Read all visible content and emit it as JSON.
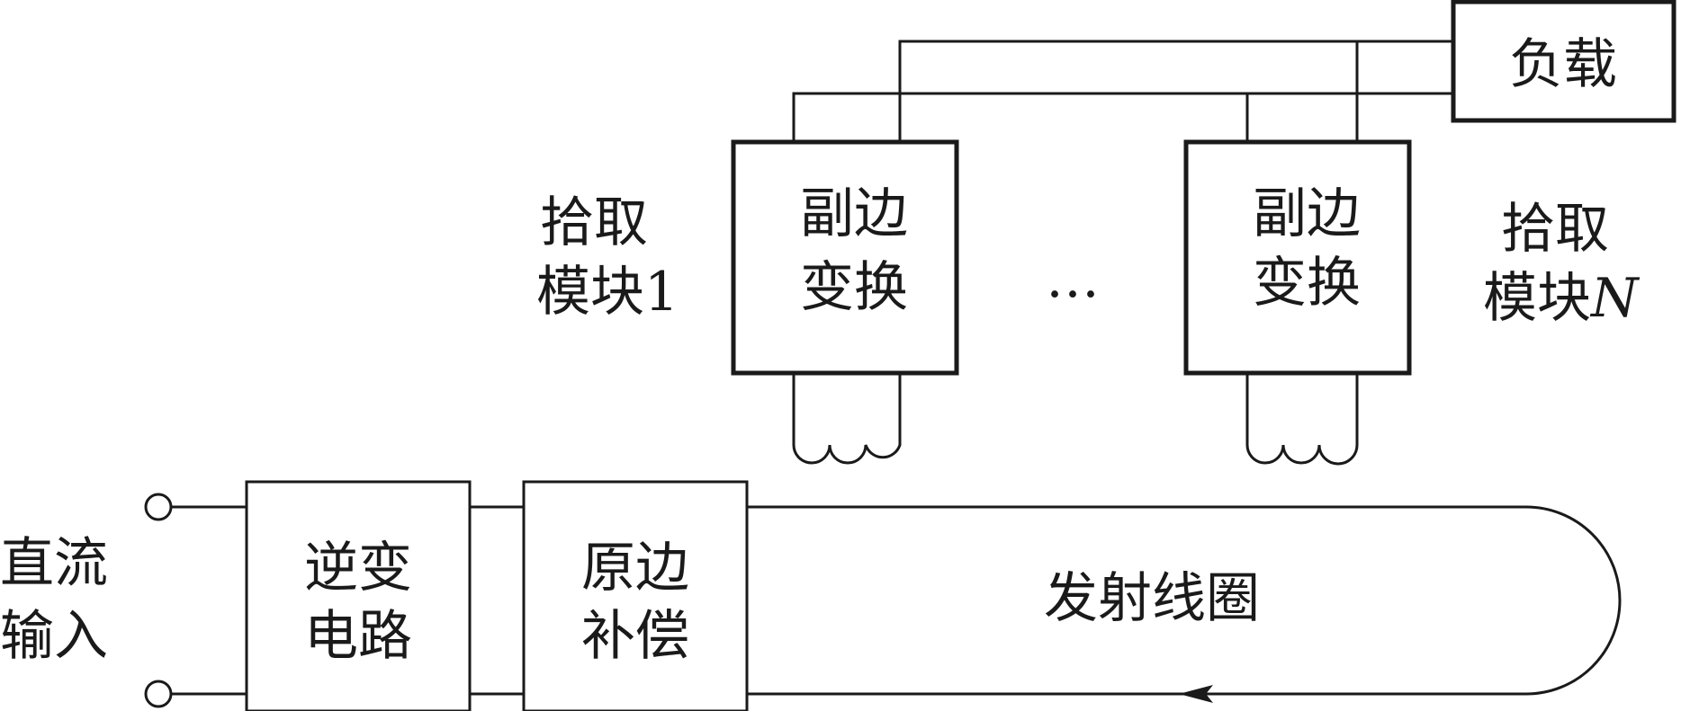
{
  "load": {
    "label": "负载"
  },
  "pickup_module_1": {
    "name_line1": "拾取",
    "name_line2": "模块1",
    "box_line1": "副边",
    "box_line2": "变换"
  },
  "pickup_module_n": {
    "name_line1": "拾取",
    "name_line2_prefix": "模块",
    "name_line2_var": "N",
    "box_line1": "副边",
    "box_line2": "变换"
  },
  "ellipsis": "…",
  "dc_input": {
    "line1": "直流",
    "line2": "输入"
  },
  "inverter": {
    "line1": "逆变",
    "line2": "电路"
  },
  "primary_compensation": {
    "line1": "原边",
    "line2": "补偿"
  },
  "transmit_coil": {
    "label": "发射线圈"
  }
}
